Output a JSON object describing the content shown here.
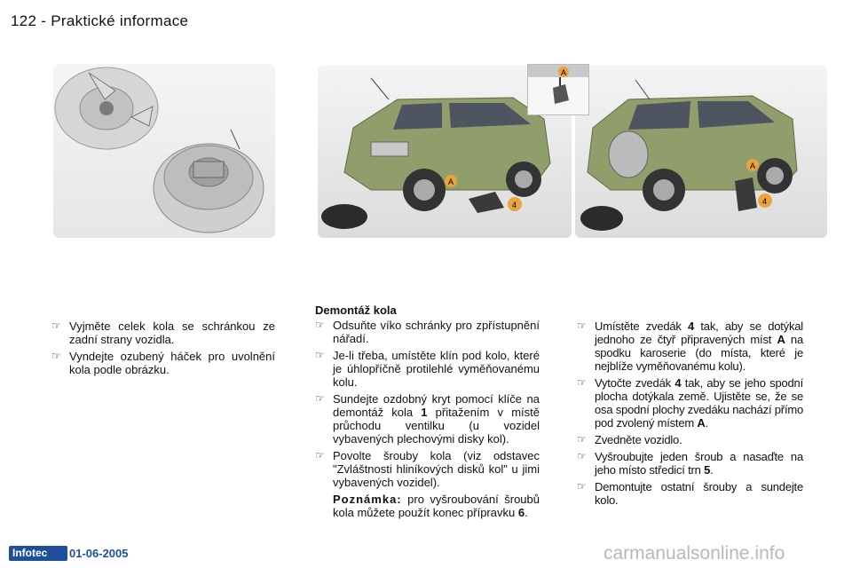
{
  "header": {
    "page_number": "122",
    "separator": "-",
    "section": "Praktické informace"
  },
  "illustrations": {
    "callout_a": "A",
    "callout_4": "4"
  },
  "left_column": {
    "bullets": [
      "Vyjměte celek kola se schránkou ze zadní strany vozidla.",
      "Vyndejte ozubený háček pro uvolnění kola podle obrázku."
    ]
  },
  "middle_column": {
    "title": "Demontáž kola",
    "bullets": [
      "Odsuňte víko schránky pro zpřístupnění nářadí.",
      "Je-li třeba, umístěte klín pod kolo, které je úhlopříčně protilehlé vyměňovanému kolu.",
      {
        "before": "Sundejte ozdobný kryt pomocí klíče na demontáž kola ",
        "num": "1",
        "after": " přitažením v místě průchodu ventilku (u vozidel vybavených plechovými disky kol)."
      },
      "Povolte šrouby kola (viz odstavec \"Zvláštnosti hliníkových disků kol\" u jimi vybavených vozidel)."
    ],
    "note": {
      "label": "Poznámka:",
      "text": " pro vyšroubování šroubů kola můžete použít konec přípravku ",
      "num": "6",
      "end": "."
    }
  },
  "right_column": {
    "bullets": [
      {
        "before": "Umístěte zvedák ",
        "num": "4",
        "middle": " tak, aby se dotýkal jednoho ze čtyř připravených míst ",
        "num2": "A",
        "after": " na spodku karoserie (do místa, které je nejblíže vyměňovanému kolu)."
      },
      {
        "before": "Vytočte zvedák ",
        "num": "4",
        "middle": " tak, aby se jeho spodní plocha dotýkala země. Ujistěte se, že se osa spodní plochy zvedáku nachází přímo pod zvolený místem ",
        "num2": "A",
        "after": "."
      },
      {
        "before": "Zvedněte vozidlo.",
        "num": "",
        "middle": "",
        "num2": "",
        "after": ""
      },
      {
        "before": "Vyšroubujte jeden šroub a nasaďte na jeho místo středicí trn ",
        "num": "5",
        "middle": ".",
        "num2": "",
        "after": ""
      },
      {
        "before": "Demontujte ostatní šrouby a sundejte kolo.",
        "num": "",
        "middle": "",
        "num2": "",
        "after": ""
      }
    ]
  },
  "bullet_glyph": "☞",
  "footer": {
    "logo": "Infotec",
    "date": "01-06-2005",
    "watermark": "carmanualsonline.info"
  },
  "colors": {
    "car_body": "#8f9e6a",
    "logo_blue": "#1f4e9c",
    "callout_orange": "#e8a33a"
  }
}
